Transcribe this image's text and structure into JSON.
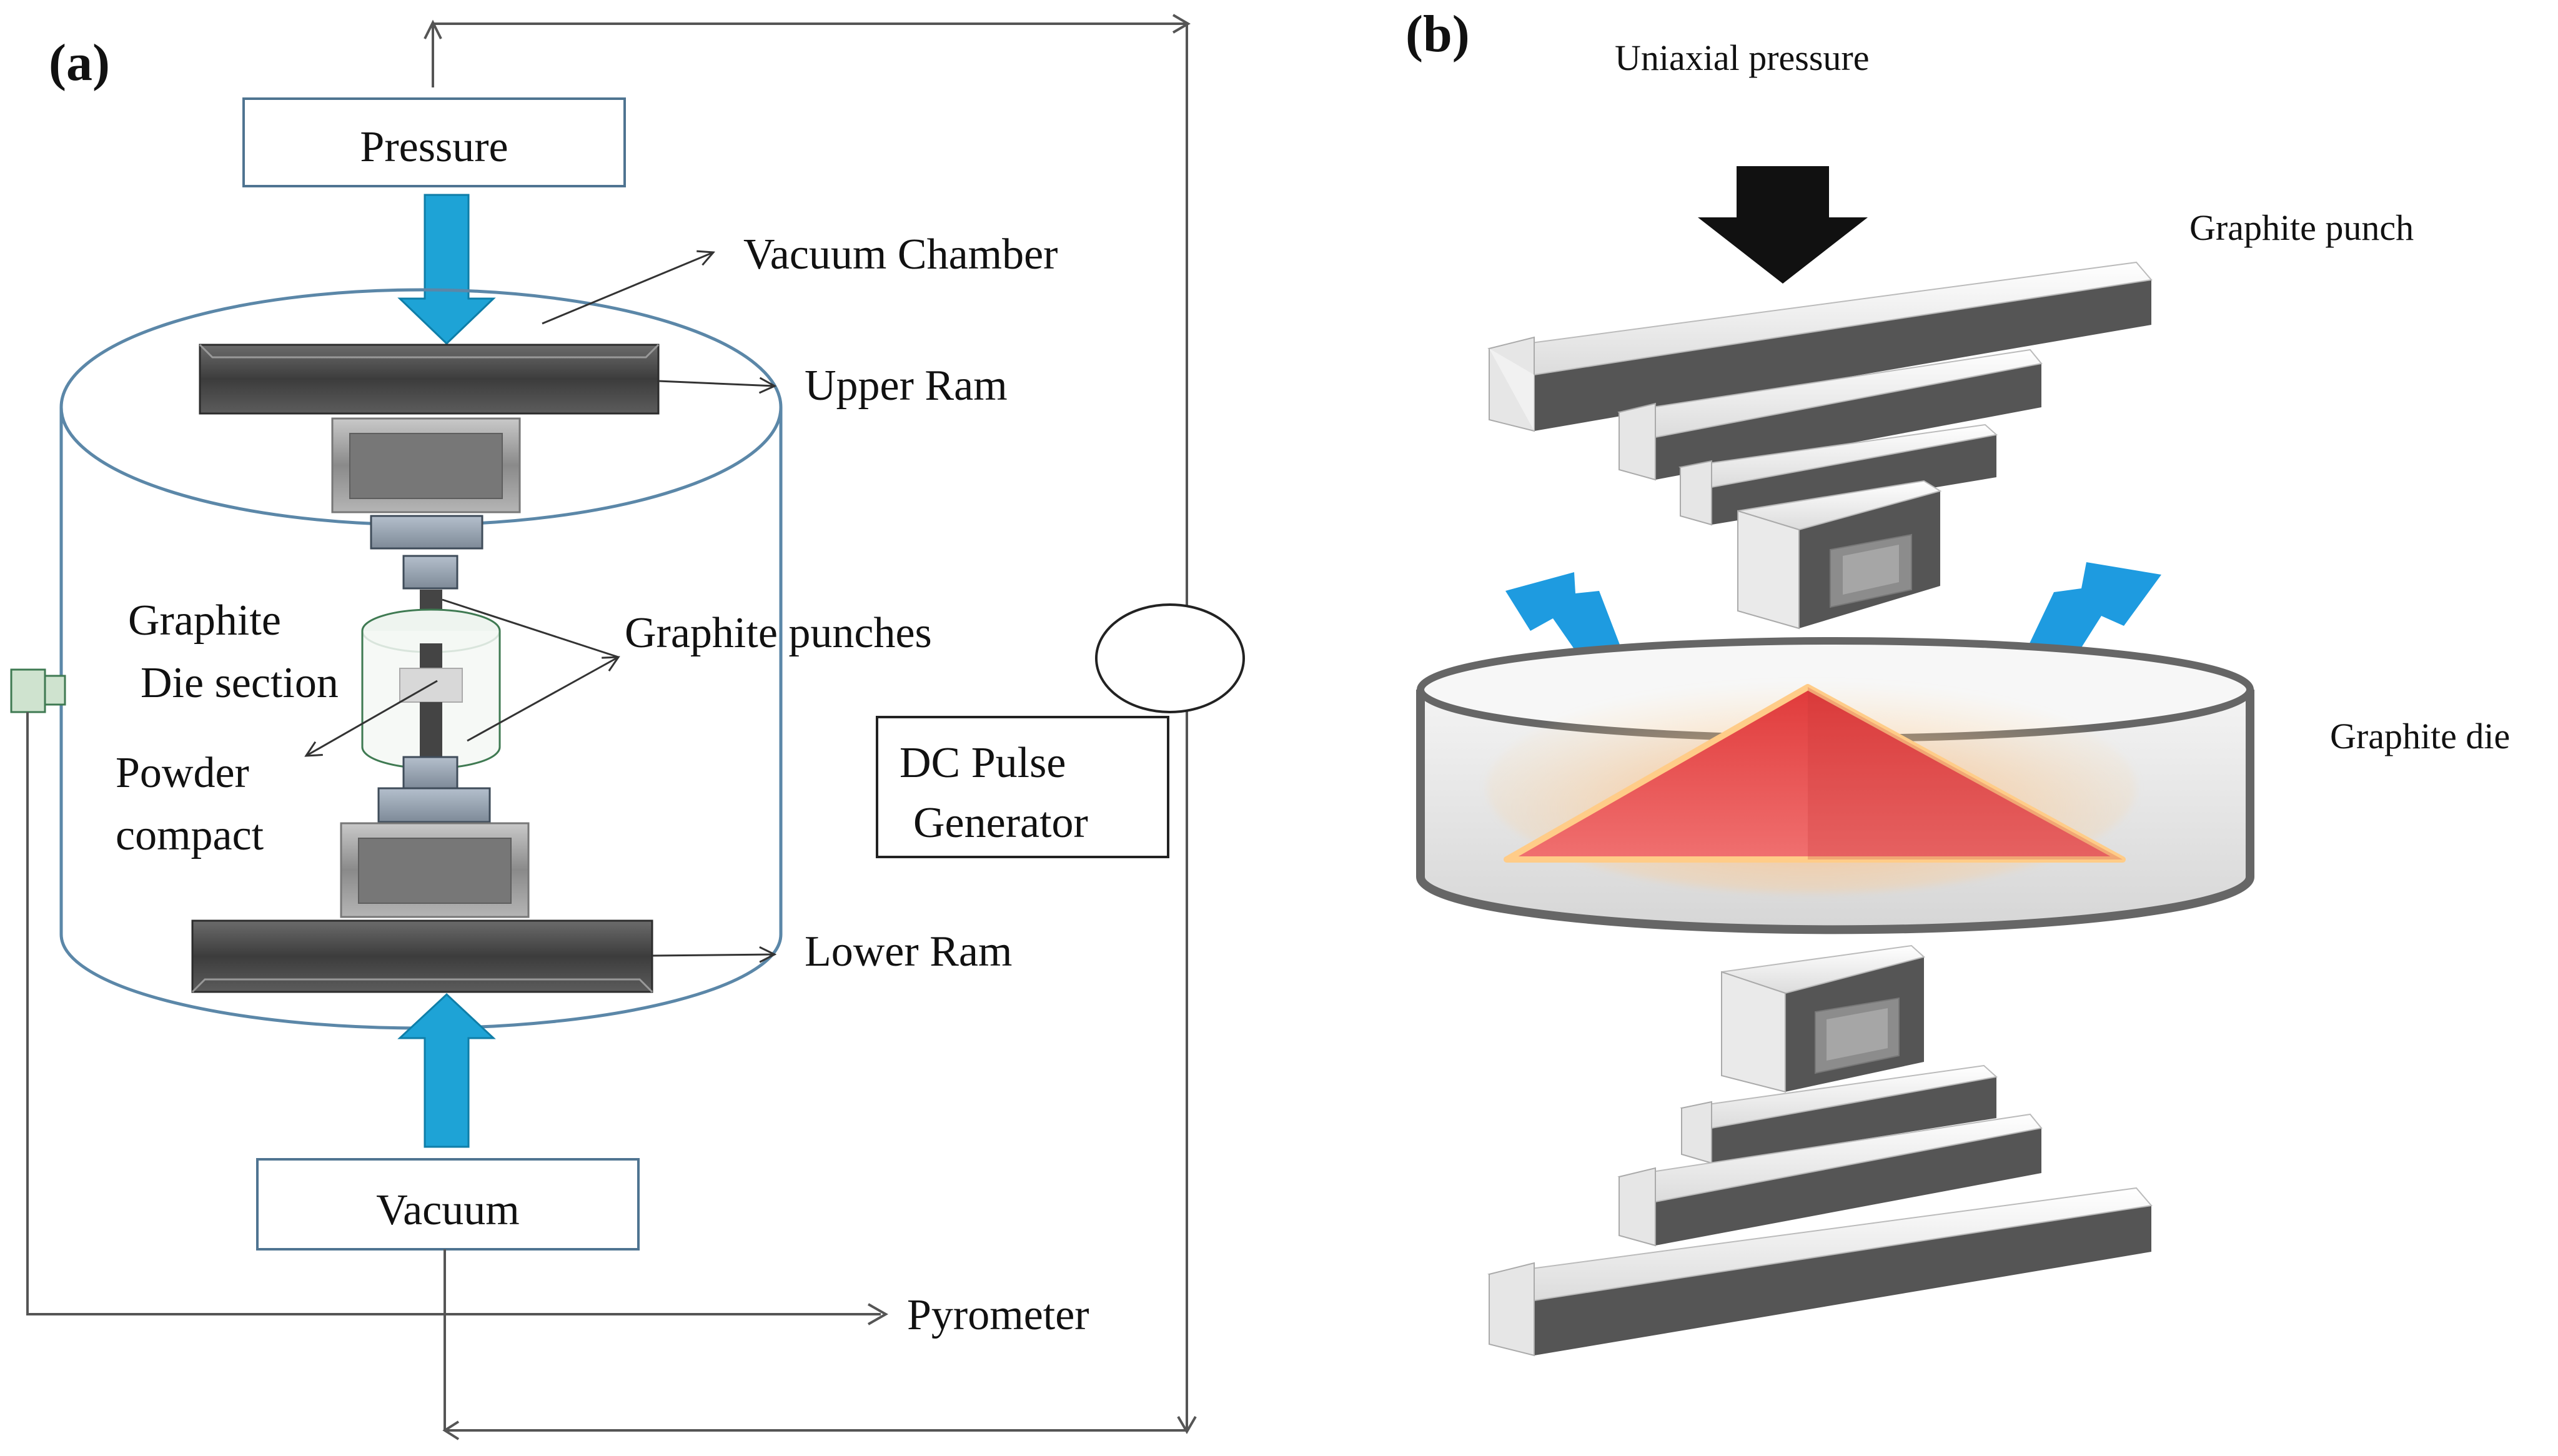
{
  "panels": {
    "a": "(a)",
    "b": "(b)"
  },
  "diagram_a": {
    "pressure": "Pressure",
    "vacuum_chamber": "Vacuum Chamber",
    "upper_ram": "Upper Ram",
    "graphite_die_line1": "Graphite",
    "graphite_die_line2": "Die section",
    "graphite_punches": "Graphite punches",
    "powder_line1": "Powder",
    "powder_line2": "compact",
    "dc_line1": "DC Pulse",
    "dc_line2": "Generator",
    "lower_ram": "Lower Ram",
    "vacuum": "Vacuum",
    "pyrometer": "Pyrometer"
  },
  "diagram_b": {
    "uniaxial_pressure": "Uniaxial pressure",
    "graphite_punch": "Graphite punch",
    "graphite_die": "Graphite die"
  },
  "colors": {
    "arrow_blue": "#1ea3d6",
    "ram_dark": "#4a4a4a",
    "cylinder_edge": "#5b87a8",
    "lightning": "#1e9be0",
    "heat_triangle": "#e85a5a"
  }
}
